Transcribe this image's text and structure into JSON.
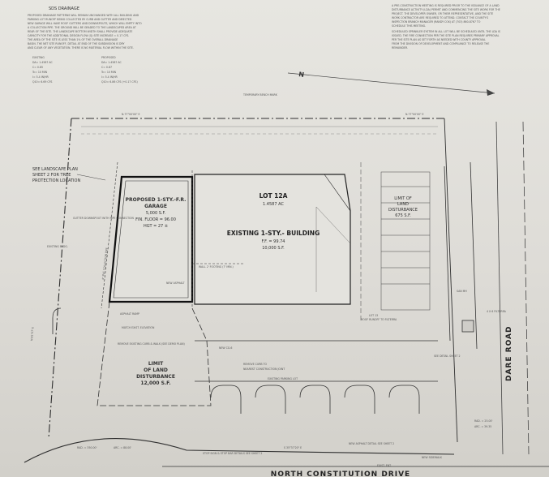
{
  "notes_left": {
    "heading": "SDS DRAINAGE",
    "lines": [
      "PROPOSED DRAINAGE PATTERNS WILL REMAIN UNCHANGED WITH ALL BUILDING AND",
      "PARKING LOT RUNOFF BEING COLLECTED BY CURB AND GUTTER AND DIRECTED",
      "NEW GARAGE WILL HAVE ROOF GUTTERS AND DOWNSPOUTS, WHICH WILL EMPTY INTO",
      "A COLLECTION PIPE. THE GROUND WILL BE GRADED TO THE LANDSCAPED AREA AT",
      "REAR OF THE SITE. THE LANDSCAPE BOTTOM WIDTH SHALL PROVIDE ADEQUATE",
      "CAPACITY FOR THE ADDITIONAL DESIGN FLOW (Q) SITE INCREASE = 0.17 CFS.",
      "THE AREA OF THE SITE IS LESS THAN 1% OF THE OVERALL DRAINAGE",
      "BASIN. THE NET SITE RUNOFF, DETAIL AT END OF THE SUBDIVISION IS DRY",
      "AND CLEAR OF ANY VEGETATION. THERE IS NO MATERIAL FLOW WITHIN THE SITE."
    ],
    "existing_label": "EXISTING",
    "proposed_label": "PROPOSED",
    "existing": [
      "DA= 1.4587 AC",
      "C= 0.85",
      "Tc= 10 MIN",
      "I= 5.4 IN/HR",
      "Q10= 6.69 CFS"
    ],
    "proposed": [
      "DA= 1.4587 AC",
      "C= 0.87",
      "Tc= 10 MIN",
      "I= 5.4 IN/HR",
      "Q10= 6.86 CFS (+0.17 CFS)"
    ]
  },
  "notes_right": [
    "A PRE-CONSTRUCTION MEETING IS REQUIRED PRIOR TO THE ISSUANCE OF A LAND",
    "DISTURBANCE ACTIVITY (LDA) PERMIT AND COMMENCING THE SITE WORK FOR THE",
    "PROJECT. THE DEVELOPER OWNER, OR THEIR REPRESENTATIVE, AND THE SITE",
    "WORK CONTRACTOR ARE REQUIRED TO ATTEND. CONTACT THE COUNTY'S",
    "INSPECTION BRANCH MANAGER (RANDY COX) AT (703) 860-8767 TO",
    "SCHEDULE THIS MEETING.",
    "SCHEDULED SPRINKLER SYSTEM IN ALL LOT WILL BE SCHEDULED UNTIL THE LDA IS",
    "ISSUED. THE FIRE CONNECTION PER THE SITE PLAN REQUIRES PRIMARY APPROVAL",
    "PER THE SITE PLAN AS SET FORTH AS NEEDED WITH COUNTY APPROVAL",
    "FROM THE DIVISION OF DEVELOPMENT AND COMPLIANCE TO RELEASE THE",
    "REMAINDER."
  ],
  "labels": {
    "lot": "LOT 12A",
    "lot_area": "1.4587 AC",
    "building_title": "EXISTING 1-STY.- BUILDING",
    "building_ff": "F.F. = 99.74",
    "building_sf": "10,000 S.F.",
    "garage_title": "PROPOSED 1-STY.-F.R.",
    "garage_sub": "GARAGE",
    "garage_sf": "5,000 S.F.",
    "garage_ff": "FIN. FLOOR = 96.00",
    "garage_hgt": "HGT = 27 ±",
    "lod_left_1": "LIMIT",
    "lod_left_2": "OF LAND",
    "lod_left_3": "DISTURBANCE",
    "lod_left_4": "12,000 S.F.",
    "lod_right_1": "LIMIT OF",
    "lod_right_2": "LAND",
    "lod_right_3": "DISTURBANCE",
    "lod_right_4": "675 S.F.",
    "road_south": "NORTH CONSTITUTION DRIVE",
    "road_east": "DARE ROAD",
    "bearing_north": "N.77°00'00\" E",
    "bearing_west": "N 81°07' E",
    "landscape_note_1": "SEE LANDSCAPE PLAN",
    "landscape_note_2": "SHEET 2 FOR TREE",
    "landscape_note_3": "PROTECTION LOCATION",
    "gutter_note": "GUTTER DOWNSPOUT WITH PIPE CONNECTION",
    "collection_pipe": "4\" PVC COLLECTION PIPE",
    "wall_note": "WALL 2' FOOTING (7' MIN.)",
    "asphalt_ramp": "ASPHALT RAMP",
    "asphalt": "NEW ASPHALT",
    "match_elevation": "MATCH EXIST. ELEVATION",
    "remove_curb": "REMOVE EXISTING CURB & WALK (SEE DEMO PLAN)",
    "new_cg": "NEW CG-6",
    "remove_curb_to": "REMOVE CURB TO",
    "construction_joint": "NEAREST CONSTRUCTION JOINT",
    "roof_runoff": "ROOF RUNOFF TO FILTERRA",
    "filterra": "4 X 6 FILTERRA",
    "see_detail": "SEE DETAIL SHEET 2",
    "rad": "RAD. = 25.00'",
    "arc": "ARC. = 39.35",
    "rad_w": "RAD. = 350.00'",
    "arc_w": "ARC. = 88.00'",
    "curve": "S 35°37'20\" E",
    "stop_sign": "STOP SIGN & STOP BAR DETAILS SEE SHEET 2",
    "new_asphalt_detail": "NEW ASPHALT DETAIL SEE SHEET 2",
    "exist_ent": "EXIST. ENT.",
    "new_sidewalk": "NEW SIDEWALK",
    "existing_bldg": "EXISTING BLDG.",
    "parking_note": "EXISTING PARKING LOT",
    "tbm": "TEMPORARY BENCH MARK",
    "mh": "SAN MH",
    "right_lot": "LOT 13"
  }
}
